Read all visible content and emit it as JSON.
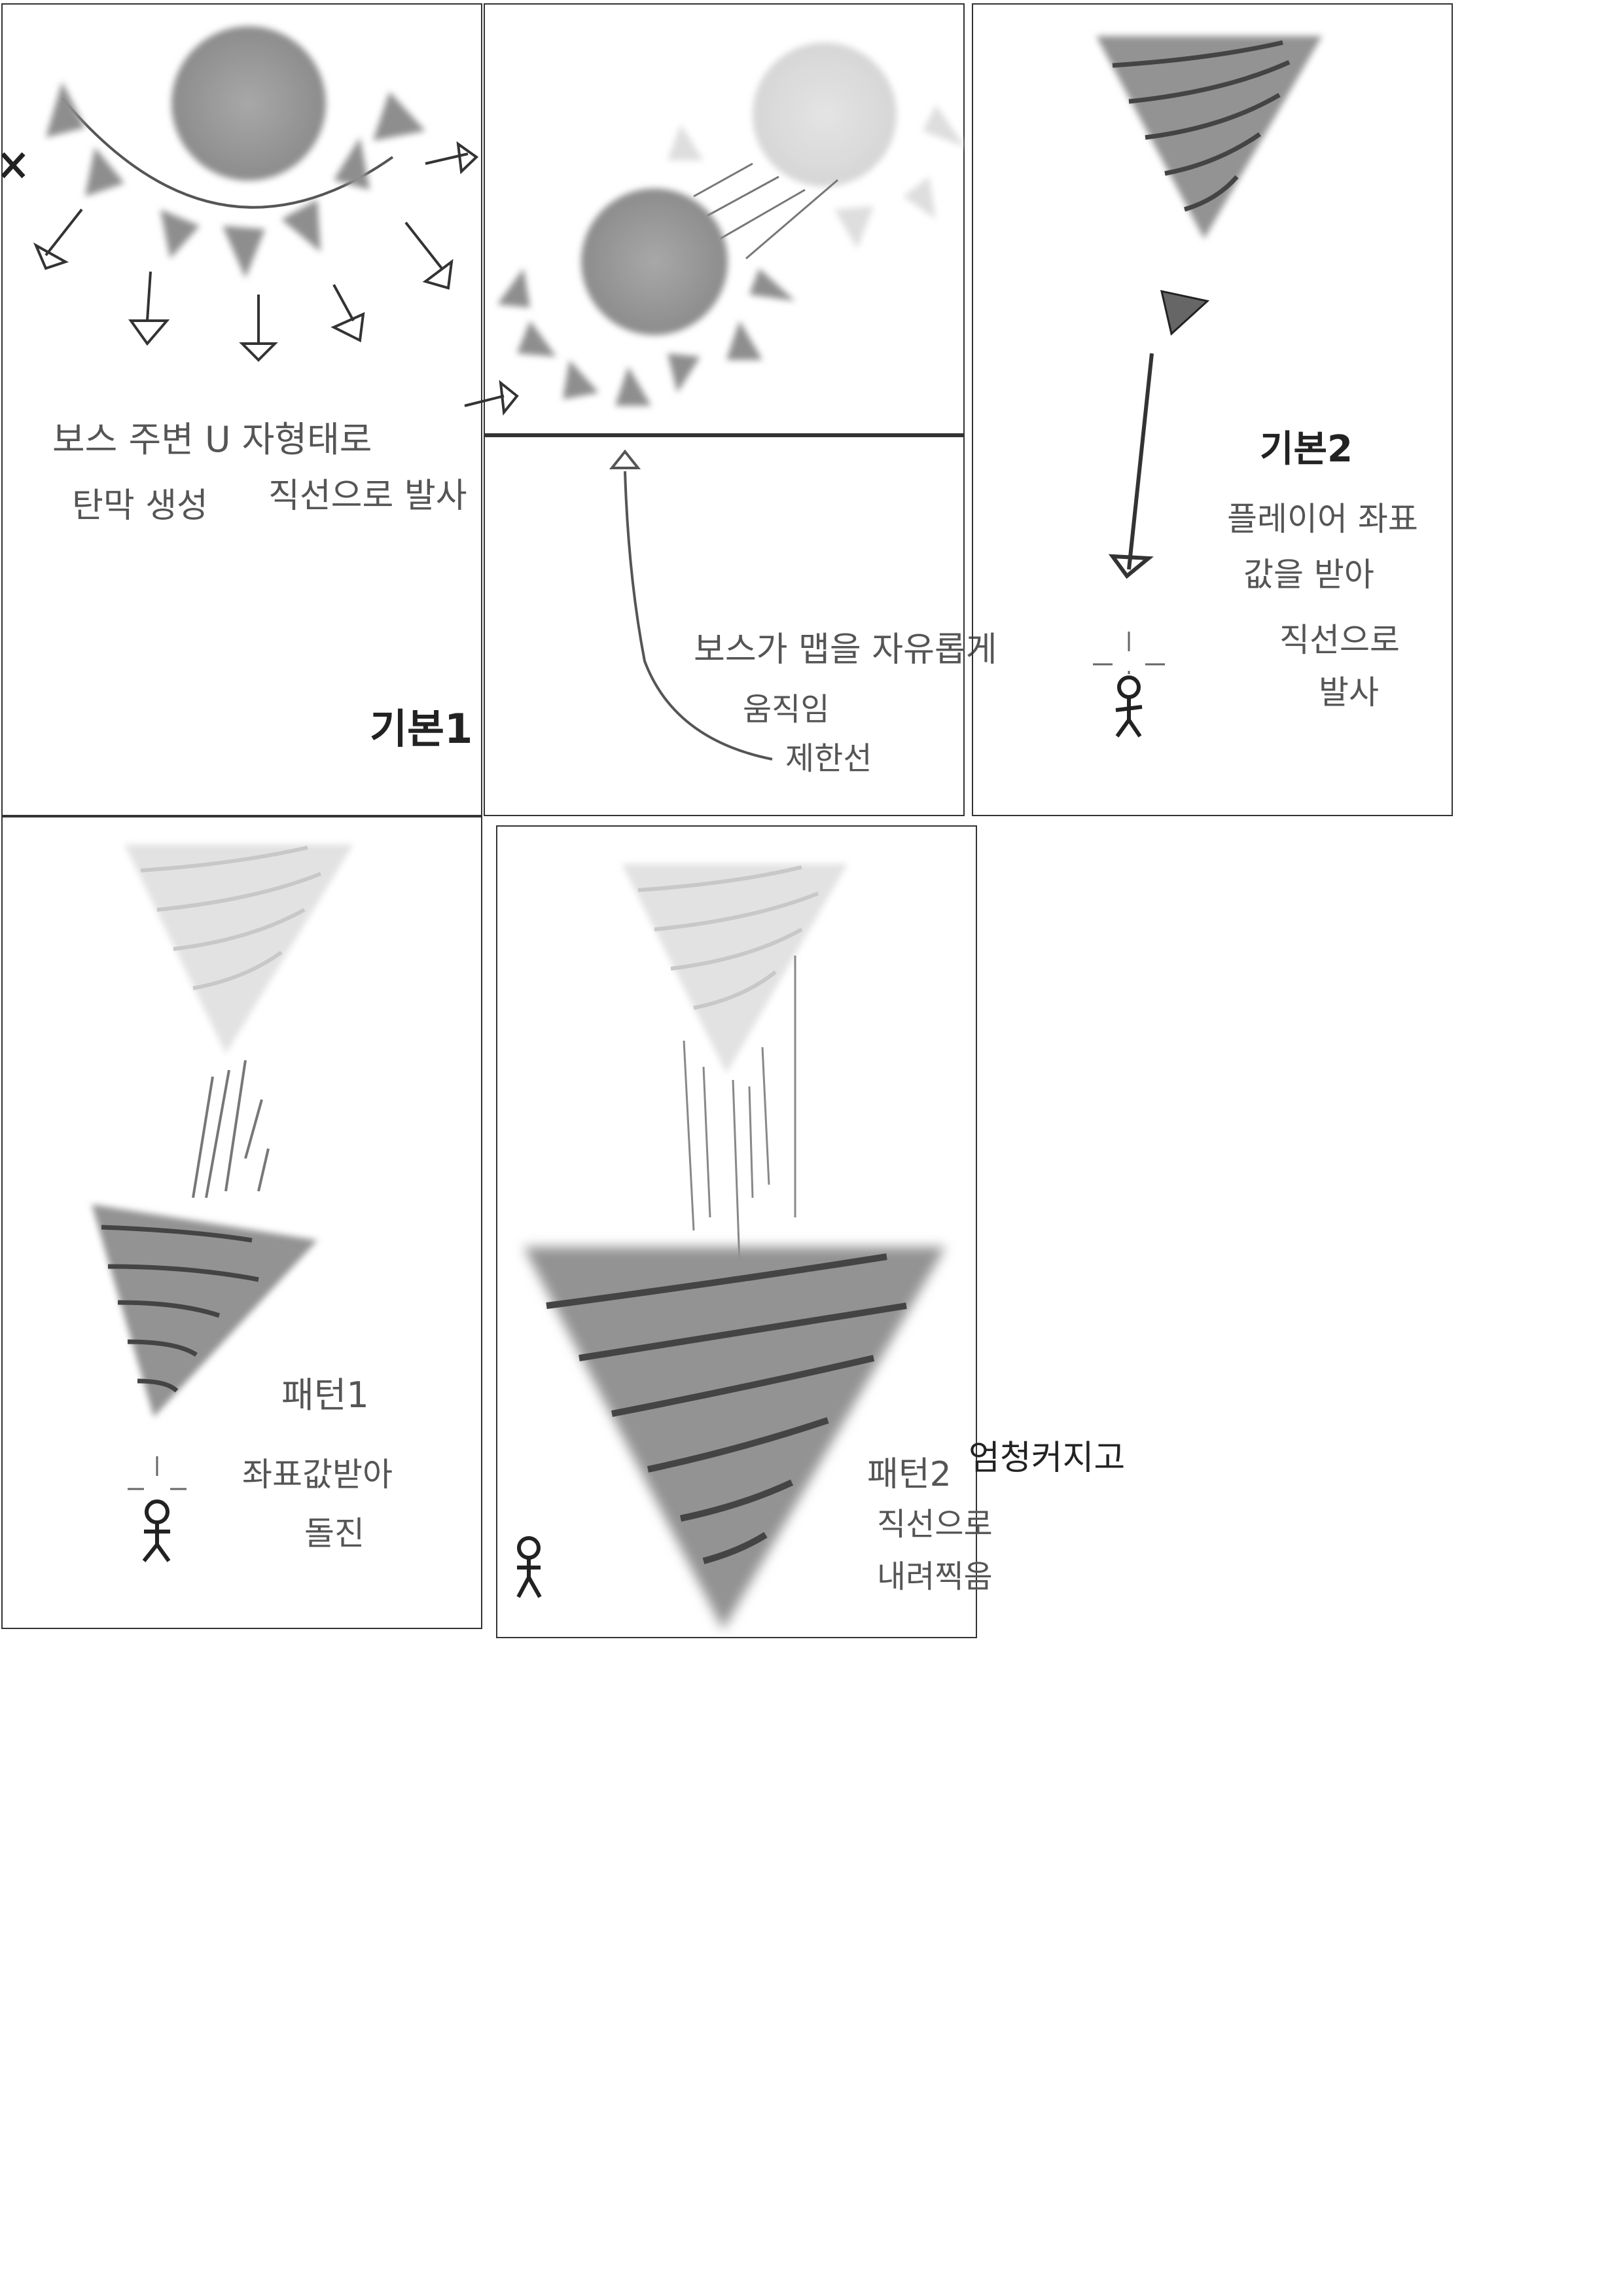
{
  "panels": [
    {
      "id": "basic1",
      "title": "기본1",
      "notes": [
        "보스 주변 U 자형태로",
        "탄막 생성",
        "직선으로 발사"
      ]
    },
    {
      "id": "movement",
      "notes": [
        "보스가 맵을 자유롭게",
        "움직임",
        "제한선"
      ]
    },
    {
      "id": "basic2",
      "title": "기본2",
      "notes": [
        "플레이어 좌표",
        "값을 받아",
        "직선으로",
        "발사"
      ]
    },
    {
      "id": "pattern1",
      "title": "패턴1",
      "notes": [
        "좌표값받아",
        "돌진"
      ]
    },
    {
      "id": "pattern2",
      "title": "패턴2",
      "notes": [
        "엄청커지고",
        "직선으로",
        "내려찍음"
      ]
    }
  ],
  "colors": {
    "ink": "#555555",
    "dark_ink": "#222222",
    "boss_fill": "#9a9a9a",
    "boss_faded": "#dcdcdc",
    "frame": "#333333"
  }
}
